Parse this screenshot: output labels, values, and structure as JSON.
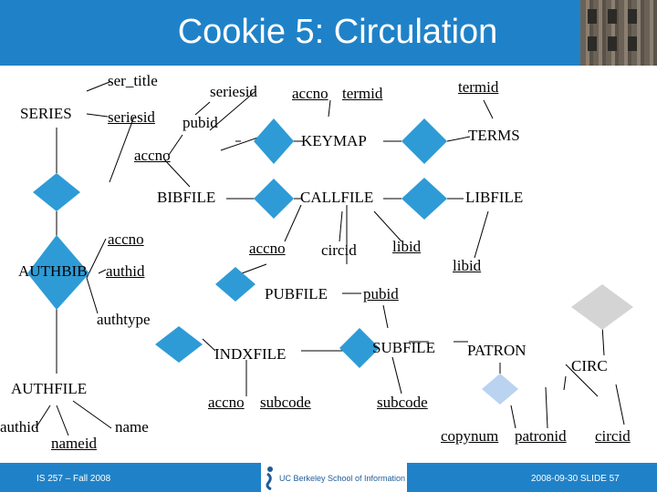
{
  "title": "Cookie 5: Circulation",
  "entities": {
    "series": "SERIES",
    "bibfile": "BIBFILE",
    "keymap": "KEYMAP",
    "terms": "TERMS",
    "callfile": "CALLFILE",
    "libfile": "LIBFILE",
    "authbib": "AUTHBIB",
    "pubfile": "PUBFILE",
    "indxfile": "INDXFILE",
    "subfile": "SUBFILE",
    "patron": "PATRON",
    "circ": "CIRC",
    "authfile": "AUTHFILE"
  },
  "attributes": {
    "ser_title": "ser_title",
    "series_seriesid": "seriesid",
    "bib_seriesid": "seriesid",
    "pubid_top": "pubid",
    "accno_bib": "accno",
    "keymap_accno": "accno",
    "keymap_termid": "termid",
    "terms_termid": "termid",
    "authbib_accno": "accno",
    "authbib_authid": "authid",
    "authtype": "authtype",
    "call_accno": "accno",
    "circid_call": "circid",
    "libid_call": "libid",
    "libid_lib": "libid",
    "pubid_pub": "pubid",
    "indx_accno": "accno",
    "indx_subcode": "subcode",
    "sub_subcode": "subcode",
    "copynum": "copynum",
    "patronid": "patronid",
    "circid_circ": "circid",
    "auth_authid": "authid",
    "auth_name": "name",
    "auth_nameid": "nameid"
  },
  "footer": {
    "left": "IS 257 – Fall 2008",
    "logo": "UC Berkeley School of Information",
    "right": "2008-09-30  SLIDE 57"
  },
  "colors": {
    "header": "#1f82c8",
    "diamond_blue": "#2e9bd6",
    "diamond_light": "#b9d3f0",
    "diamond_gray": "#d4d4d4"
  }
}
